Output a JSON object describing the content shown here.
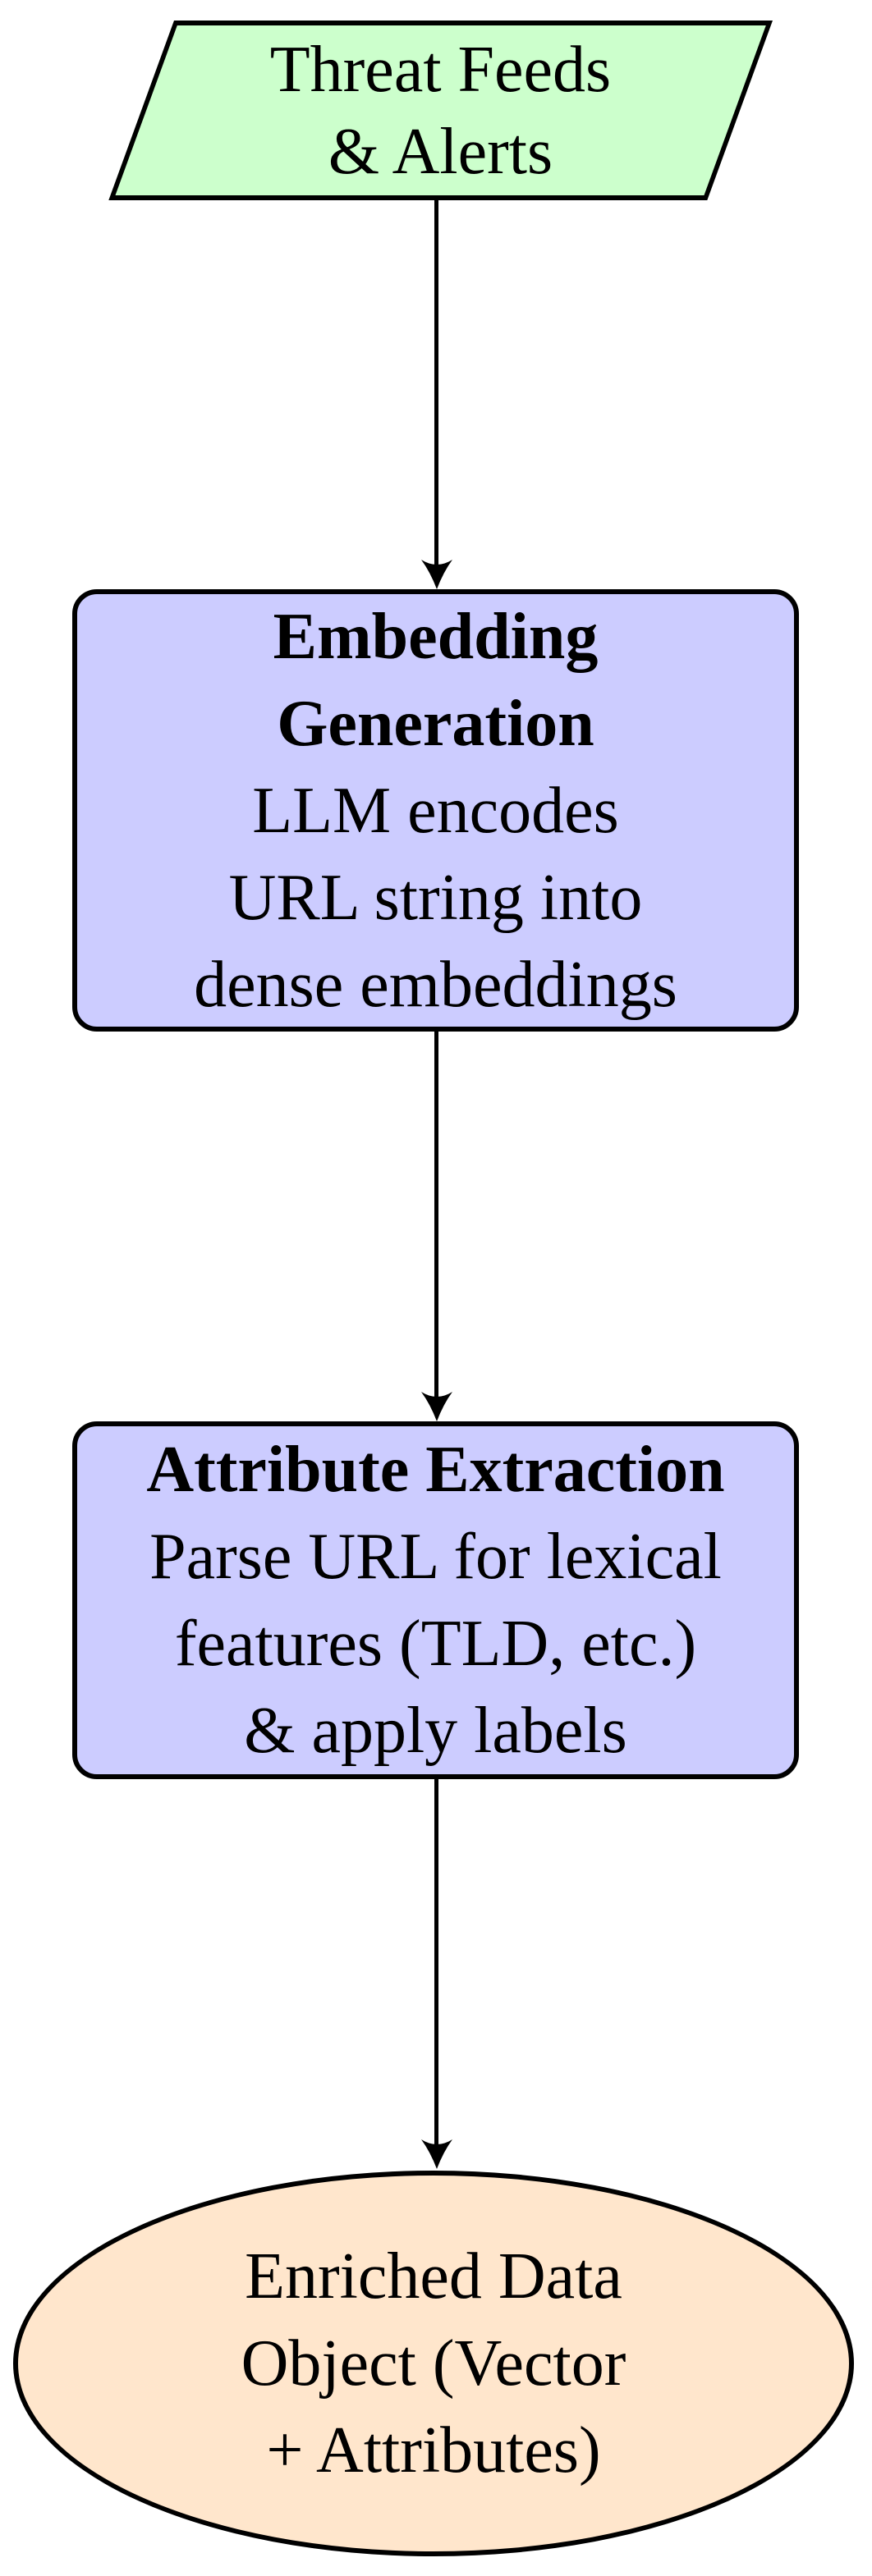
{
  "diagram": {
    "background_color": "#ffffff",
    "stroke_color": "#000000",
    "text_color": "#000000",
    "nodes": [
      {
        "id": "threat-feeds",
        "shape": "parallelogram",
        "fill": "#ccffcc",
        "lines": [
          "Threat Feeds",
          "& Alerts"
        ]
      },
      {
        "id": "embedding-generation",
        "shape": "rounded-rectangle",
        "fill": "#ccccff",
        "title_lines": [
          "Embedding",
          "Generation"
        ],
        "body_lines": [
          "LLM encodes",
          "URL string into",
          "dense embeddings"
        ]
      },
      {
        "id": "attribute-extraction",
        "shape": "rounded-rectangle",
        "fill": "#ccccff",
        "title_lines": [
          "Attribute Extraction"
        ],
        "body_lines": [
          "Parse URL for lexical",
          "features (TLD, etc.)",
          "& apply labels"
        ]
      },
      {
        "id": "enriched-data-object",
        "shape": "ellipse",
        "fill": "#ffe6cc",
        "lines": [
          "Enriched Data",
          "Object (Vector",
          "+ Attributes)"
        ]
      }
    ],
    "edges": [
      {
        "from": "threat-feeds",
        "to": "embedding-generation",
        "direction": "down"
      },
      {
        "from": "embedding-generation",
        "to": "attribute-extraction",
        "direction": "down"
      },
      {
        "from": "attribute-extraction",
        "to": "enriched-data-object",
        "direction": "down"
      }
    ]
  }
}
